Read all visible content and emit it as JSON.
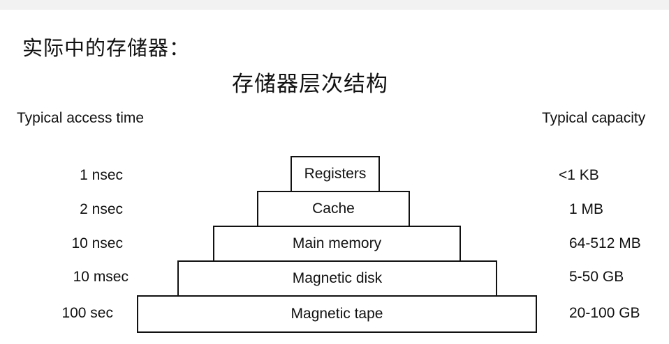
{
  "heading": "实际中的存储器：",
  "diagram": {
    "title": "存储器层次结构",
    "left_header": "Typical access time",
    "right_header": "Typical capacity",
    "levels": [
      {
        "name": "Registers",
        "access_time": "1 nsec",
        "capacity": "<1 KB"
      },
      {
        "name": "Cache",
        "access_time": "2 nsec",
        "capacity": "1 MB"
      },
      {
        "name": "Main memory",
        "access_time": "10 nsec",
        "capacity": "64-512 MB"
      },
      {
        "name": "Magnetic disk",
        "access_time": "10 msec",
        "capacity": "5-50 GB"
      },
      {
        "name": "Magnetic tape",
        "access_time": "100 sec",
        "capacity": "20-100 GB"
      }
    ]
  }
}
